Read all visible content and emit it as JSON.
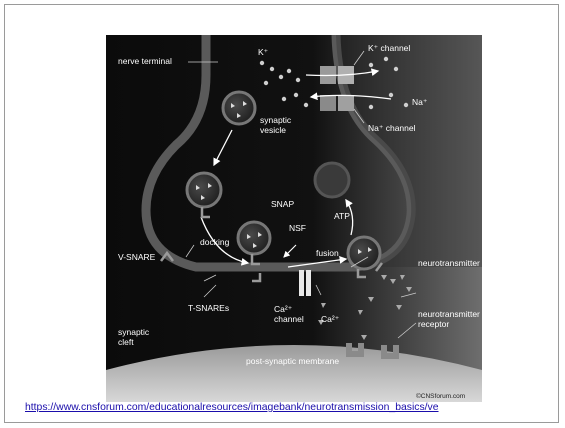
{
  "diagram": {
    "labels": {
      "nerve_terminal": "nerve terminal",
      "k_ion": "K⁺",
      "k_channel": "K⁺ channel",
      "na_ion": "Na⁺",
      "na_channel": "Na⁺ channel",
      "synaptic_vesicle_1": "synaptic",
      "synaptic_vesicle_2": "vesicle",
      "snap": "SNAP",
      "nsf": "NSF",
      "atp": "ATP",
      "docking": "docking",
      "fusion": "fusion",
      "v_snare": "V-SNARE",
      "t_snares": "T-SNAREs",
      "neurotransmitter": "neurotransmitter",
      "ca_channel_1": "Ca²⁺",
      "ca_channel_2": "channel",
      "ca_ion": "Ca²⁺",
      "nt_receptor_1": "neurotransmitter",
      "nt_receptor_2": "receptor",
      "synaptic_cleft_1": "synaptic",
      "synaptic_cleft_2": "cleft",
      "post_synaptic": "post-synaptic membrane",
      "copyright": "©CNSforum.com"
    }
  },
  "source_link": "https://www.cnsforum.com/educationalresources/imagebank/neurotransmission_basics/ve"
}
